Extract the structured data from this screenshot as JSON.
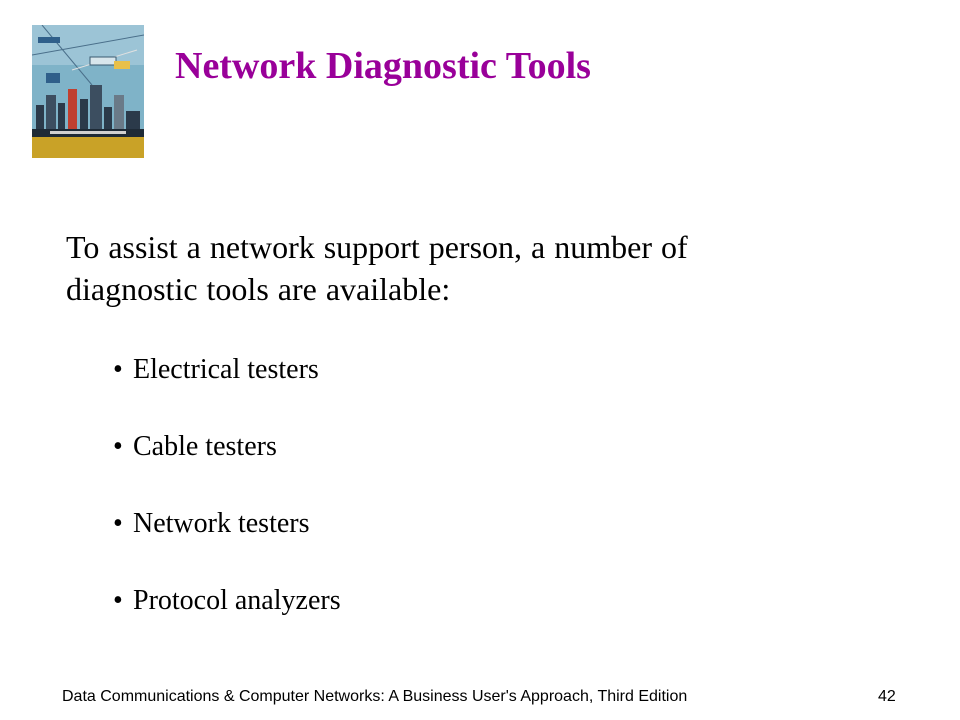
{
  "slide": {
    "title": "Network Diagnostic Tools",
    "intro": "To assist a network support person, a number of diagnostic tools are available:",
    "bullet_glyph": "•",
    "bullets": [
      "Electrical testers",
      "Cable testers",
      "Network testers",
      "Protocol analyzers"
    ]
  },
  "footer": {
    "text": "Data Communications & Computer Networks: A Business User's Approach, Third Edition",
    "page_number": "42"
  },
  "colors": {
    "title": "#990099",
    "text": "#000000",
    "logo_sky": "#7fb3c8",
    "logo_band": "#c9a227"
  }
}
